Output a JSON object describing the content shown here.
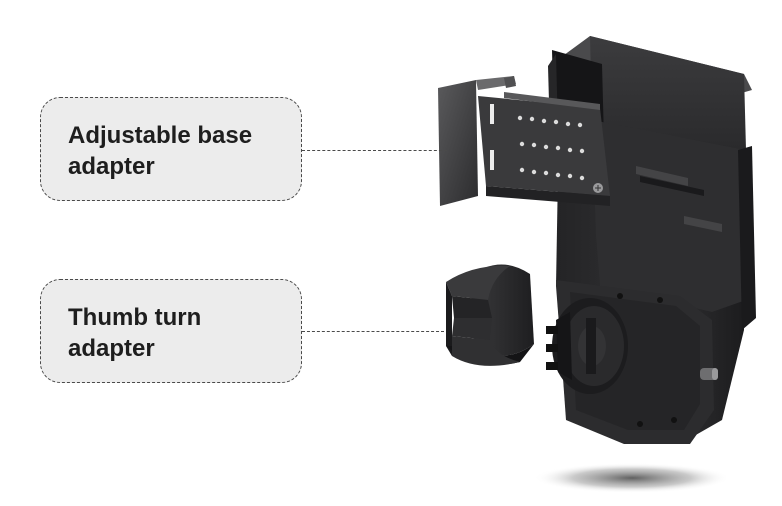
{
  "callouts": {
    "base_adapter": {
      "label": "Adjustable base\nadapter"
    },
    "thumb_turn_adapter": {
      "label": "Thumb turn\nadapter"
    }
  },
  "image": {
    "subject": "smart-lock-exploded-view",
    "colors": {
      "body": "#2b2b2d",
      "body_highlight": "#3a3a3c",
      "background": "#ffffff",
      "callout_fill": "#ececec",
      "callout_border": "#4a4a4a"
    }
  }
}
